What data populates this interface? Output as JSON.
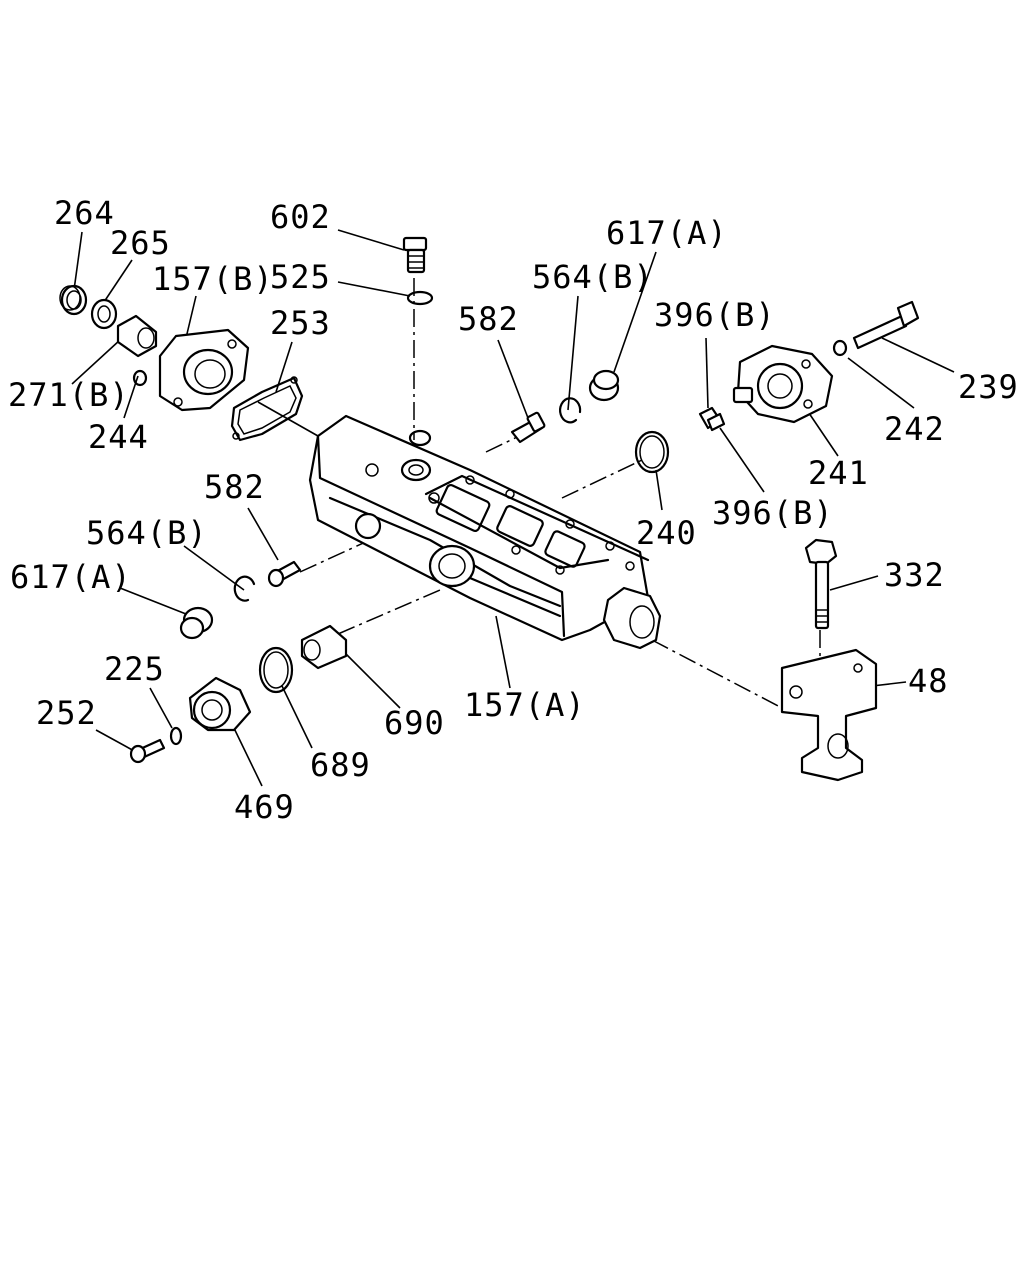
{
  "labels": {
    "l264": "264",
    "l265": "265",
    "l157b": "157(B)",
    "l271b": "271(B)",
    "l244": "244",
    "l253": "253",
    "l602": "602",
    "l525": "525",
    "l582a": "582",
    "l564ba": "564(B)",
    "l617aa": "617(A)",
    "l396ba": "396(B)",
    "l239": "239",
    "l242": "242",
    "l241": "241",
    "l396bb": "396(B)",
    "l240": "240",
    "l582b": "582",
    "l564bb": "564(B)",
    "l617ab": "617(A)",
    "l332": "332",
    "l48": "48",
    "l225": "225",
    "l252": "252",
    "l469": "469",
    "l689": "689",
    "l690": "690",
    "l157a": "157(A)"
  }
}
